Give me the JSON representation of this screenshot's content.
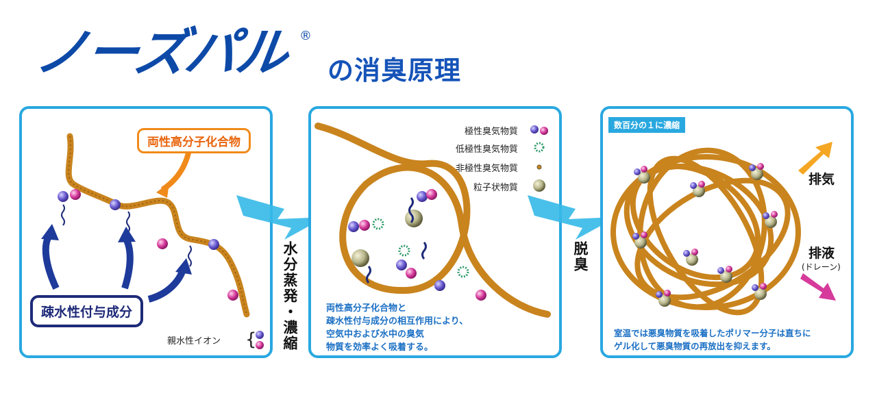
{
  "title": {
    "brand": "ノーズパル",
    "registered": "®",
    "subtitle": "の消臭原理"
  },
  "panel1": {
    "polymer_label": "両性高分子化合物",
    "hydrophobic_label": "疎水性付与成分",
    "ion_label": "親水性イオン"
  },
  "step1": {
    "label": "水分蒸発・濃縮"
  },
  "panel2": {
    "legend": [
      "極性臭気物質",
      "低極性臭気物質",
      "非極性臭気物質",
      "粒子状物質"
    ],
    "description": [
      "両性高分子化合物と",
      "疎水性付与成分の相互作用により、",
      "空気中および水中の臭気",
      "物質を効率よく吸着する。"
    ]
  },
  "step2": {
    "label": "脱臭"
  },
  "panel3": {
    "tag": "数百分の１に濃縮",
    "exhaust_label": "排気",
    "drain_label": "排液",
    "drain_sub": "(ドレーン)",
    "description": [
      "室温では悪臭物質を吸着したポリマー分子は直ちに",
      "ゲル化して悪臭物質の再放出を抑えます。"
    ]
  },
  "colors": {
    "brand_blue": "#0d4aa8",
    "panel_border": "#29a8e0",
    "polymer_orange": "#c9841e",
    "ion_purple": "#6a5bd0",
    "ion_pink": "#d63a9b",
    "hydrophobic_navy": "#1e2a78",
    "arrow_cyan": "#35b9e8"
  }
}
